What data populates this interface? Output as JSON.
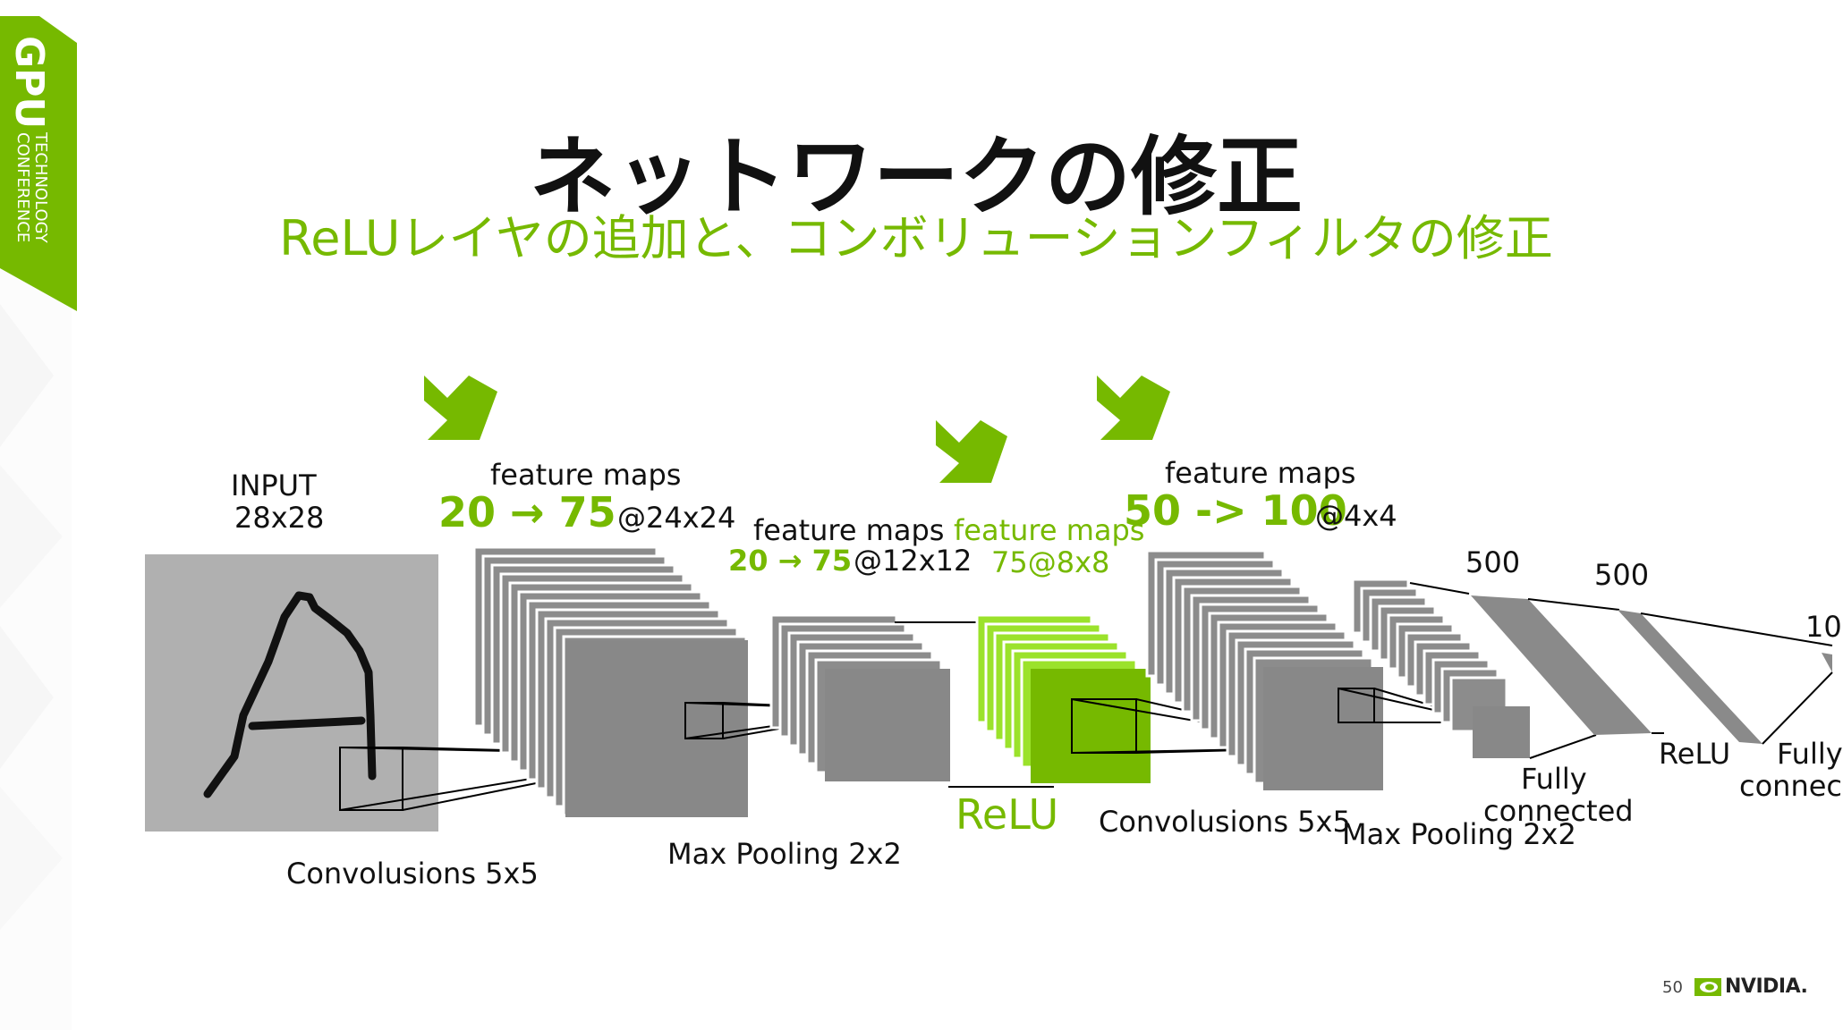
{
  "sidebar": {
    "brand_main": "GPU",
    "brand_line1": "TECHNOLOGY",
    "brand_line2": "CONFERENCE"
  },
  "slide": {
    "title": "ネットワークの修正",
    "subtitle": "ReLUレイヤの追加と、コンボリューションフィルタの修正"
  },
  "diagram": {
    "input_label": "INPUT",
    "input_size": "28x28",
    "fm1_label": "feature maps",
    "fm1_count": "20 → 75",
    "fm1_size": "@24x24",
    "fm2_label": "feature maps",
    "fm2_count": "20 → 75",
    "fm2_size": "@12x12",
    "fm3_label": "feature maps",
    "fm3_size": "75@8x8",
    "fm4_label": "feature maps",
    "fm4_count": "50 -> 100",
    "fm4_size": "@4x4",
    "conv1_label": "Convolusions 5x5",
    "pool1_label": "Max Pooling 2x2",
    "relu1_label": "ReLU",
    "conv2_label": "Convolusions 5x5",
    "pool2_label": "Max Pooling 2x2",
    "fc_500_a": "500",
    "fc_500_b": "500",
    "fc_10": "10",
    "fully_connected_1a": "Fully",
    "fully_connected_1b": "connected",
    "relu2_label": "ReLU",
    "fully_connected_2a": "Fully",
    "fully_connected_2b": "connec"
  },
  "footer": {
    "page_number": "50",
    "brand": "NVIDIA."
  },
  "colors": {
    "accent": "#76b900",
    "bright_green": "#9be22b",
    "gray_stack": "#8a8a8a",
    "input_gray": "#b0b0b0"
  }
}
